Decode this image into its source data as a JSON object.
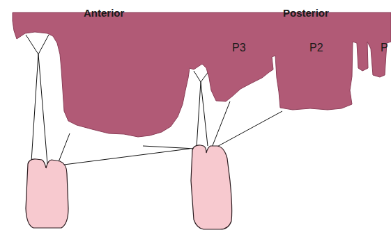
{
  "diagram": {
    "labels": [
      "Anterior",
      "Posterior",
      "P3",
      "P2",
      "P"
    ]
  }
}
